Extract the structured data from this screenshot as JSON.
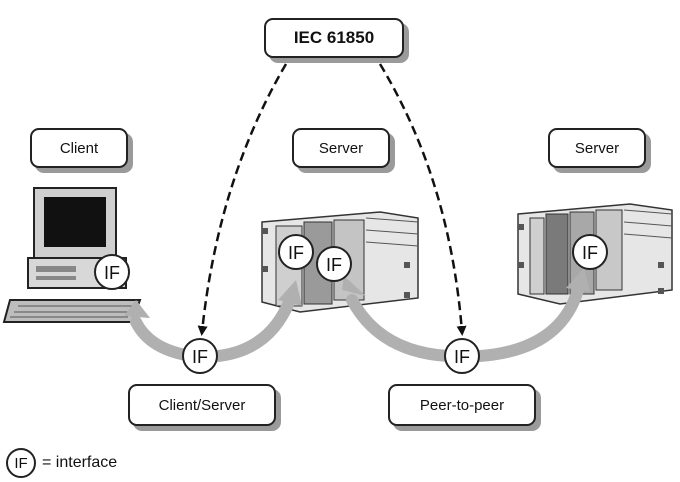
{
  "standard_label": "IEC 61850",
  "nodes": {
    "client": "Client",
    "server_left": "Server",
    "server_right": "Server"
  },
  "connections": {
    "client_server": "Client/Server",
    "peer_to_peer": "Peer-to-peer"
  },
  "interface_label": "IF",
  "legend": {
    "symbol": "IF",
    "text": "= interface"
  },
  "colors": {
    "arrow": "#b0b0b0",
    "outline": "#222222",
    "shadow": "#9a9a9a"
  }
}
